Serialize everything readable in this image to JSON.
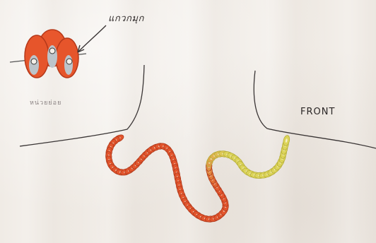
{
  "labels": {
    "top_annotation": "แกวกมุก",
    "bottom_annotation": "หน่วยย่อย",
    "front": "FRONT"
  },
  "colors": {
    "paper": "#f0ebe5",
    "pencil": "#3a3535",
    "red_bead": "#e2552d",
    "yellow_bead": "#dcd45a",
    "bead_core": "#b9c2c8"
  }
}
